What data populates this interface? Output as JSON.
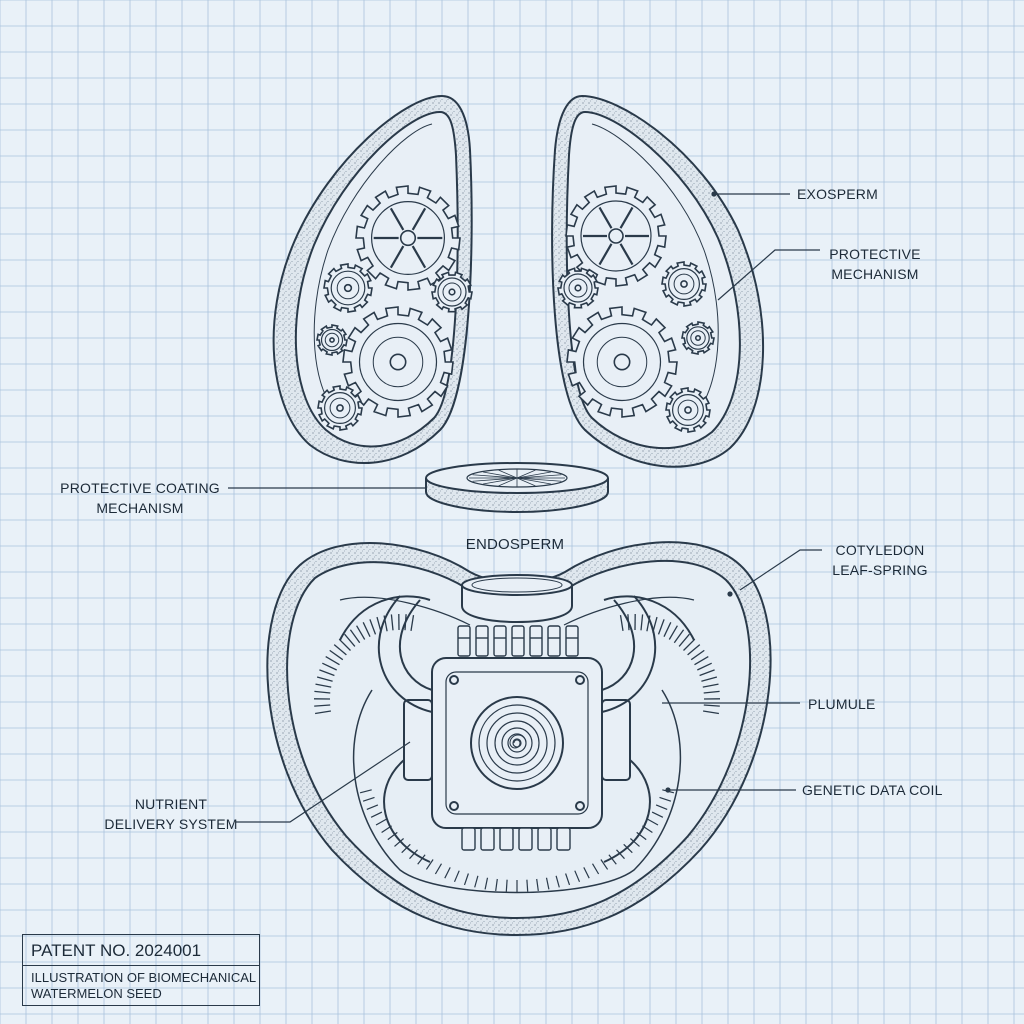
{
  "labels": {
    "exosperm": "EXOSPERM",
    "protective_mechanism": "PROTECTIVE\nMECHANISM",
    "protective_coating_mechanism": "PROTECTIVE COATING\nMECHANISM",
    "endosperm": "ENDOSPERM",
    "cotyledon_leaf_spring": "COTYLEDON\nLEAF-SPRING",
    "plumule": "PLUMULE",
    "genetic_data_coil": "GENETIC DATA COIL",
    "nutrient_delivery_system": "NUTRIENT\nDELIVERY SYSTEM"
  },
  "patent": {
    "number": "PATENT NO. 2024001",
    "description": "ILLUSTRATION OF BIOMECHANICAL WATERMELON SEED"
  },
  "colors": {
    "background": "#e9f1f8",
    "grid_line": "#a9c3dc",
    "ink": "#2a3a4a",
    "shell_fill": "#dde6ee"
  }
}
